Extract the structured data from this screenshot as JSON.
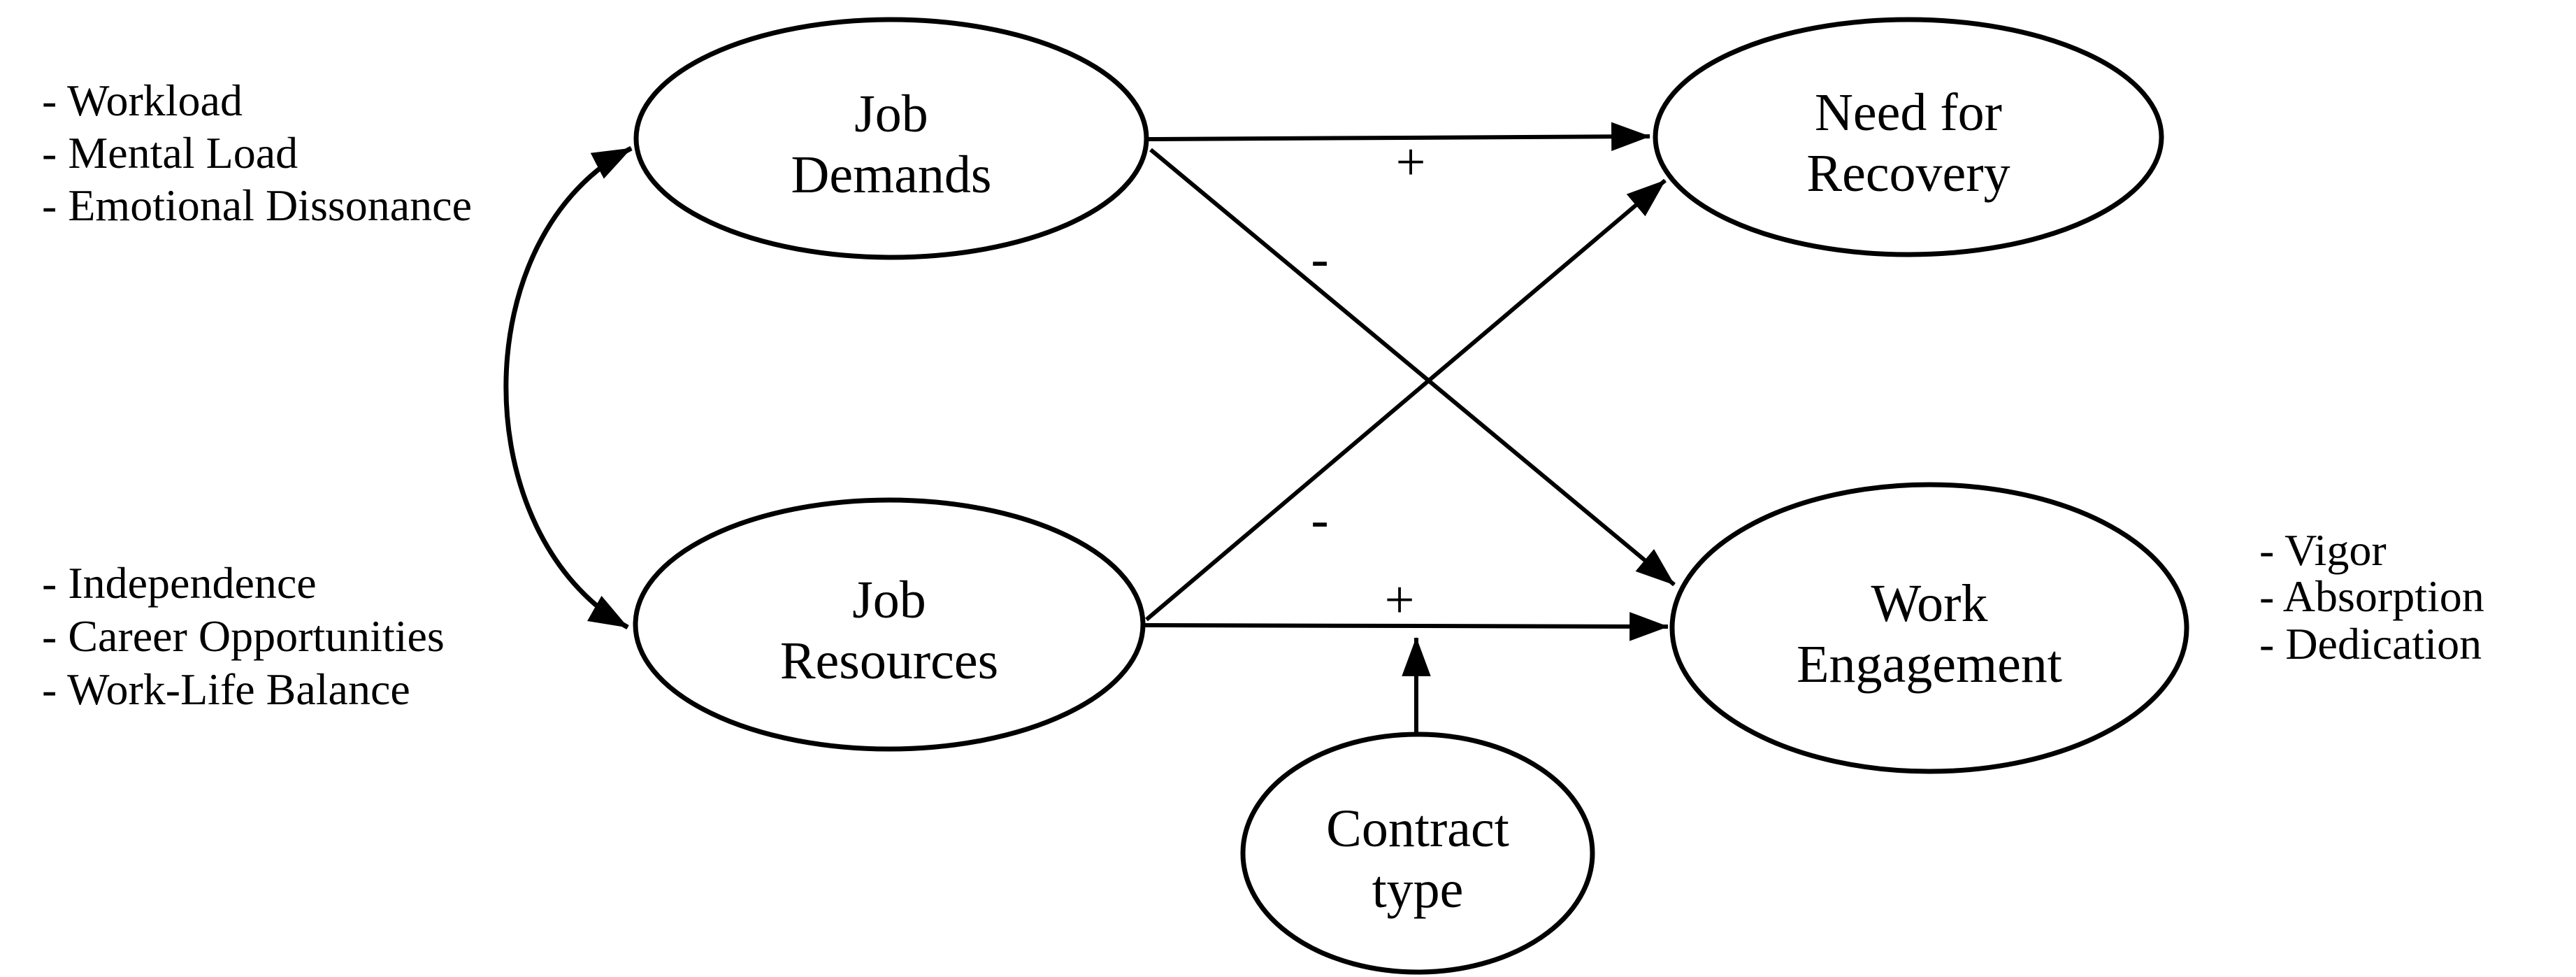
{
  "diagram": {
    "background_color": "#ffffff",
    "line_color": "#000000",
    "nodes": {
      "job_demands": {
        "label": "Job Demands",
        "line1": "Job",
        "line2": "Demands"
      },
      "job_resources": {
        "label": "Job Resources",
        "line1": "Job",
        "line2": "Resources"
      },
      "need_for_recovery": {
        "label": "Need for Recovery",
        "line1": "Need for",
        "line2": "Recovery"
      },
      "work_engagement": {
        "label": "Work Engagement",
        "line1": "Work",
        "line2": "Engagement"
      },
      "contract_type": {
        "label": "Contract type",
        "line1": "Contract",
        "line2": "type"
      }
    },
    "indicator_boxes": {
      "job_demands": {
        "items": [
          "- Workload",
          "- Mental Load",
          "- Emotional Dissonance"
        ]
      },
      "job_resources": {
        "items": [
          "- Independence",
          "- Career Opportunities",
          "- Work-Life Balance"
        ]
      },
      "work_engagement": {
        "items": [
          "- Vigor",
          "- Absorption",
          "- Dedication"
        ]
      }
    },
    "path_labels": {
      "job_demands_to_need_for_recovery": "+",
      "job_demands_to_work_engagement": "-",
      "job_resources_to_need_for_recovery": "-",
      "job_resources_to_work_engagement": "+"
    }
  }
}
